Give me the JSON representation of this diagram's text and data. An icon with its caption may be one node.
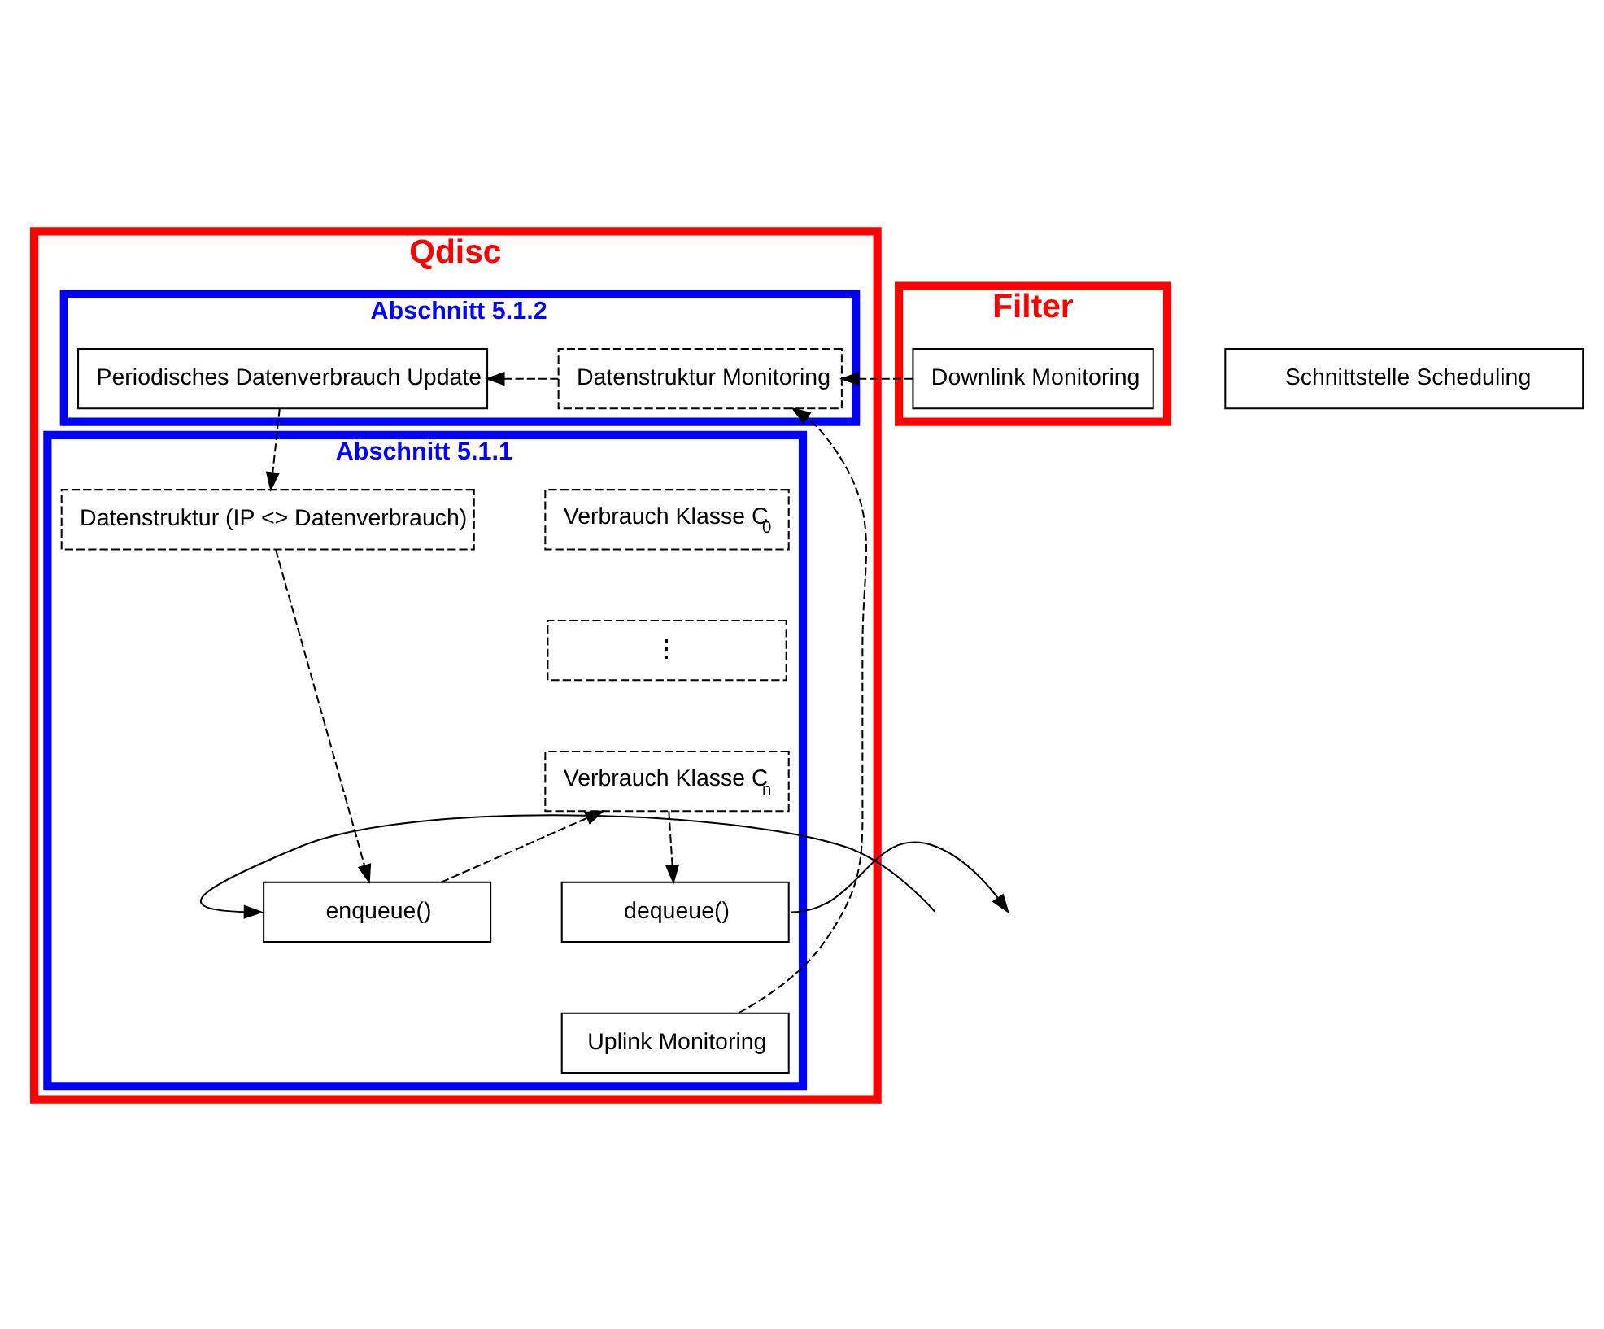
{
  "diagram": {
    "nodes": [
      {
        "text": [
          "Qdisc"
        ]
      },
      {
        "text": [
          "Abschnitt 5.1.2"
        ],
        "in": 0
      },
      {
        "text": [
          "Periodisches Datenverbrauch Update"
        ],
        "in": 1
      },
      {
        "text": [
          "Datenstruktur Monitoring"
        ],
        "in": 1
      },
      {
        "text": [
          "Filter"
        ]
      },
      {
        "text": [
          "Downlink Monitoring"
        ],
        "in": 4
      },
      {
        "text": [
          "Abschnitt 5.1.1"
        ],
        "in": 0
      },
      {
        "text": [
          "Verbrauch Klasse C$_{0}$"
        ],
        "in": 6
      },
      {
        "text": [
          "⋮"
        ],
        "in": 6
      },
      {
        "text": [
          "Verbrauch Klasse C$_{n}$"
        ],
        "in": 6
      },
      {
        "text": [
          "Datenstruktur (IP <> Datenverbrauch)"
        ],
        "in": 6
      },
      {
        "text": [
          "enqueue()"
        ],
        "in": 6
      },
      {
        "text": [
          "dequeue()"
        ],
        "in": 6
      },
      {
        "text": [
          "Uplink Monitoring"
        ],
        "in": 6
      },
      {
        "text": [
          "Schnittstelle Scheduling"
        ]
      }
    ],
    "edges": [
      {
        "from": 3,
        "to": 2,
        "arrow": "to",
        "style": "dashed"
      },
      {
        "from": 5,
        "to": 3,
        "arrow": "to",
        "style": "dashed"
      },
      {
        "from": 2,
        "to": 10,
        "arrow": "to",
        "style": "dashed"
      },
      {
        "from": 13,
        "to": 3,
        "arrow": "to",
        "style": "dashed"
      },
      {
        "from": 11,
        "to": 9,
        "arrow": "to",
        "style": "dashed"
      },
      {
        "from": 9,
        "to": 12,
        "arrow": "to",
        "style": "dashed"
      },
      {
        "from": 10,
        "to": 11,
        "arrow": "to",
        "style": "dashed"
      },
      {
        "from": null,
        "to": 11,
        "arrow": "to"
      },
      {
        "from": 12,
        "to": null,
        "arrow": "to"
      }
    ]
  }
}
